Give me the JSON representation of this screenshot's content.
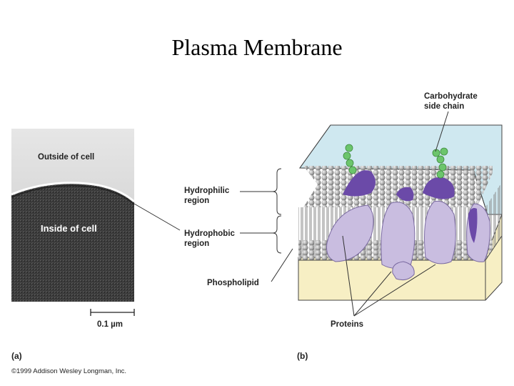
{
  "title": "Plasma Membrane",
  "micrograph": {
    "outside_label": "Outside of cell",
    "inside_label": "Inside of cell",
    "scale_label": "0.1 µm",
    "part_label": "(a)"
  },
  "model": {
    "carbohydrate_label": [
      "Carbohydrate",
      "side chain"
    ],
    "hydrophilic_label": [
      "Hydrophilic",
      "region"
    ],
    "hydrophobic_label": [
      "Hydrophobic",
      "region"
    ],
    "phospholipid_label": "Phospholipid",
    "proteins_label": "Proteins",
    "part_label": "(b)"
  },
  "copyright": "©1999 Addison Wesley Longman, Inc.",
  "colors": {
    "outside_water": "#cfe8f0",
    "inside_cytoplasm": "#f7efc4",
    "protein": "#c9bde0",
    "protein_dark": "#6b4aa8",
    "carbohydrate": "#6cc56c",
    "lipid_head": "#a8a8a8"
  }
}
